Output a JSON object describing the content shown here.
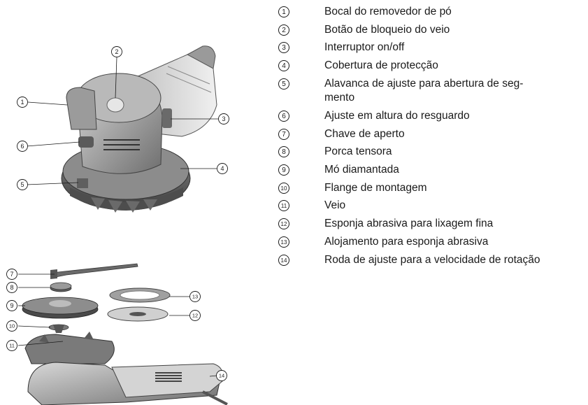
{
  "figure": {
    "callouts": [
      "1",
      "2",
      "3",
      "4",
      "5",
      "6",
      "7",
      "8",
      "9",
      "10",
      "11",
      "12",
      "13",
      "14"
    ]
  },
  "legend": [
    {
      "num": "1",
      "text": "Bocal do removedor de pó"
    },
    {
      "num": "2",
      "text": "Botão de bloqueio do veio"
    },
    {
      "num": "3",
      "text": "Interruptor on/off"
    },
    {
      "num": "4",
      "text": "Cobertura de protecção"
    },
    {
      "num": "5",
      "text": "Alavanca de ajuste para abertura de seg-",
      "text2": "mento"
    },
    {
      "num": "6",
      "text": "Ajuste em altura do resguardo"
    },
    {
      "num": "7",
      "text": "Chave de aperto"
    },
    {
      "num": "8",
      "text": "Porca tensora"
    },
    {
      "num": "9",
      "text": "Mó diamantada"
    },
    {
      "num": "10",
      "text": "Flange de montagem"
    },
    {
      "num": "11",
      "text": "Veio"
    },
    {
      "num": "12",
      "text": "Esponja abrasiva para lixagem fina"
    },
    {
      "num": "13",
      "text": "Alojamento para esponja abrasiva"
    },
    {
      "num": "14",
      "text": "Roda de ajuste para a velocidade de rotação"
    }
  ]
}
